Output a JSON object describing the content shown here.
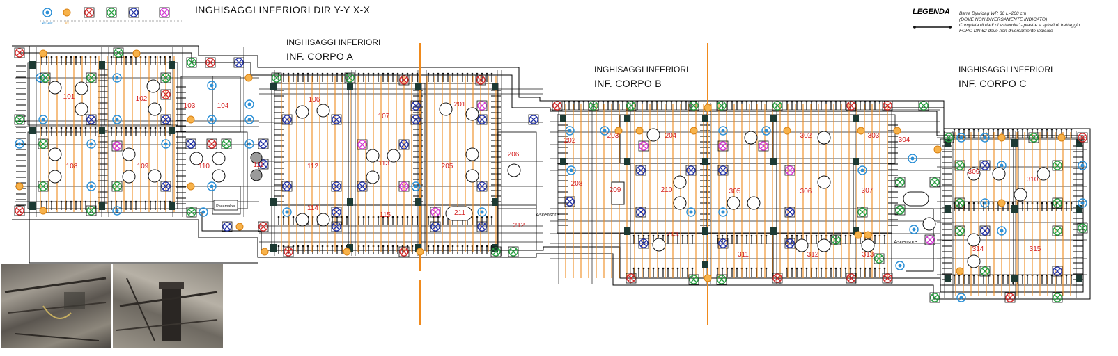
{
  "title": "INGHISAGGI INFERIORI DIR Y-Y   X-X",
  "symbol_key": {
    "items": [
      {
        "icon": "blue-circle-target-icon",
        "color": "#2a8fd6",
        "label": "Ø= 150"
      },
      {
        "icon": "orange-circle-icon",
        "color": "#f0a030",
        "label": "Ø="
      },
      {
        "icon": "red-x-circle-icon",
        "color": "#d42b2b",
        "label": ""
      },
      {
        "icon": "green-x-square-icon",
        "color": "#27a041",
        "label": ""
      },
      {
        "icon": "navy-x-square-icon",
        "color": "#2232a8",
        "label": ""
      },
      {
        "icon": "magenta-x-square-icon",
        "color": "#d43bd4",
        "label": ""
      }
    ]
  },
  "legend": {
    "title": "LEGENDA",
    "lines": [
      "Barra Dywidag WR 36 L=260 cm",
      "(DOVE NON DIVERSAMENTE INDICATO)",
      "Completa di dadi di estremita' - piastre e spirali di frettaggio",
      "FORO DN 62 dove non diversamente indicato"
    ]
  },
  "sections": [
    {
      "label": "INGHISAGGI INFERIORI",
      "corpo": "INF.  CORPO A"
    },
    {
      "label": "INGHISAGGI INFERIORI",
      "corpo": "INF.  CORPO B"
    },
    {
      "label": "INGHISAGGI INFERIORI",
      "corpo": "INF.  CORPO C"
    }
  ],
  "rooms": [
    "101",
    "102",
    "103",
    "104",
    "108",
    "109",
    "110",
    "111",
    "112",
    "113",
    "205",
    "206",
    "106",
    "107",
    "201",
    "114",
    "115",
    "211",
    "212",
    "202",
    "203",
    "204",
    "208",
    "209",
    "210",
    "305",
    "306",
    "307",
    "302",
    "303",
    "304",
    "213",
    "311",
    "312",
    "313",
    "309",
    "310",
    "314",
    "315"
  ],
  "labels": {
    "pacemaker": "Pacemaker",
    "ascensore_1": "Ascensore",
    "ascensore_2": "Ascensore"
  },
  "colors": {
    "outline": "#000000",
    "bar": "#f08a1c",
    "room_text": "#d42020",
    "dark_block": "#1d3a33",
    "grid": "#1a1a1a"
  }
}
